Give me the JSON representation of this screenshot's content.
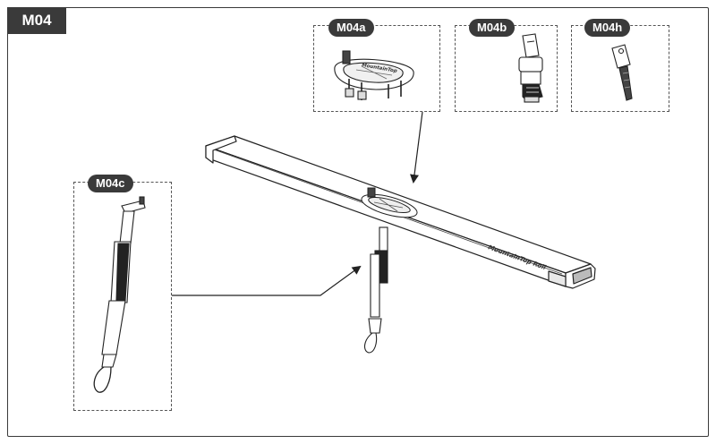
{
  "figure": {
    "main_label": "M04",
    "callouts": {
      "m04a": "M04a",
      "m04b": "M04b",
      "m04h": "M04h",
      "m04c": "M04c"
    },
    "rail_text": "MountainTop Roll",
    "lock_text": "MountainTop"
  },
  "colors": {
    "tag_bg": "#3a3a3a",
    "line": "#222222",
    "frame": "#3a3a3a"
  }
}
